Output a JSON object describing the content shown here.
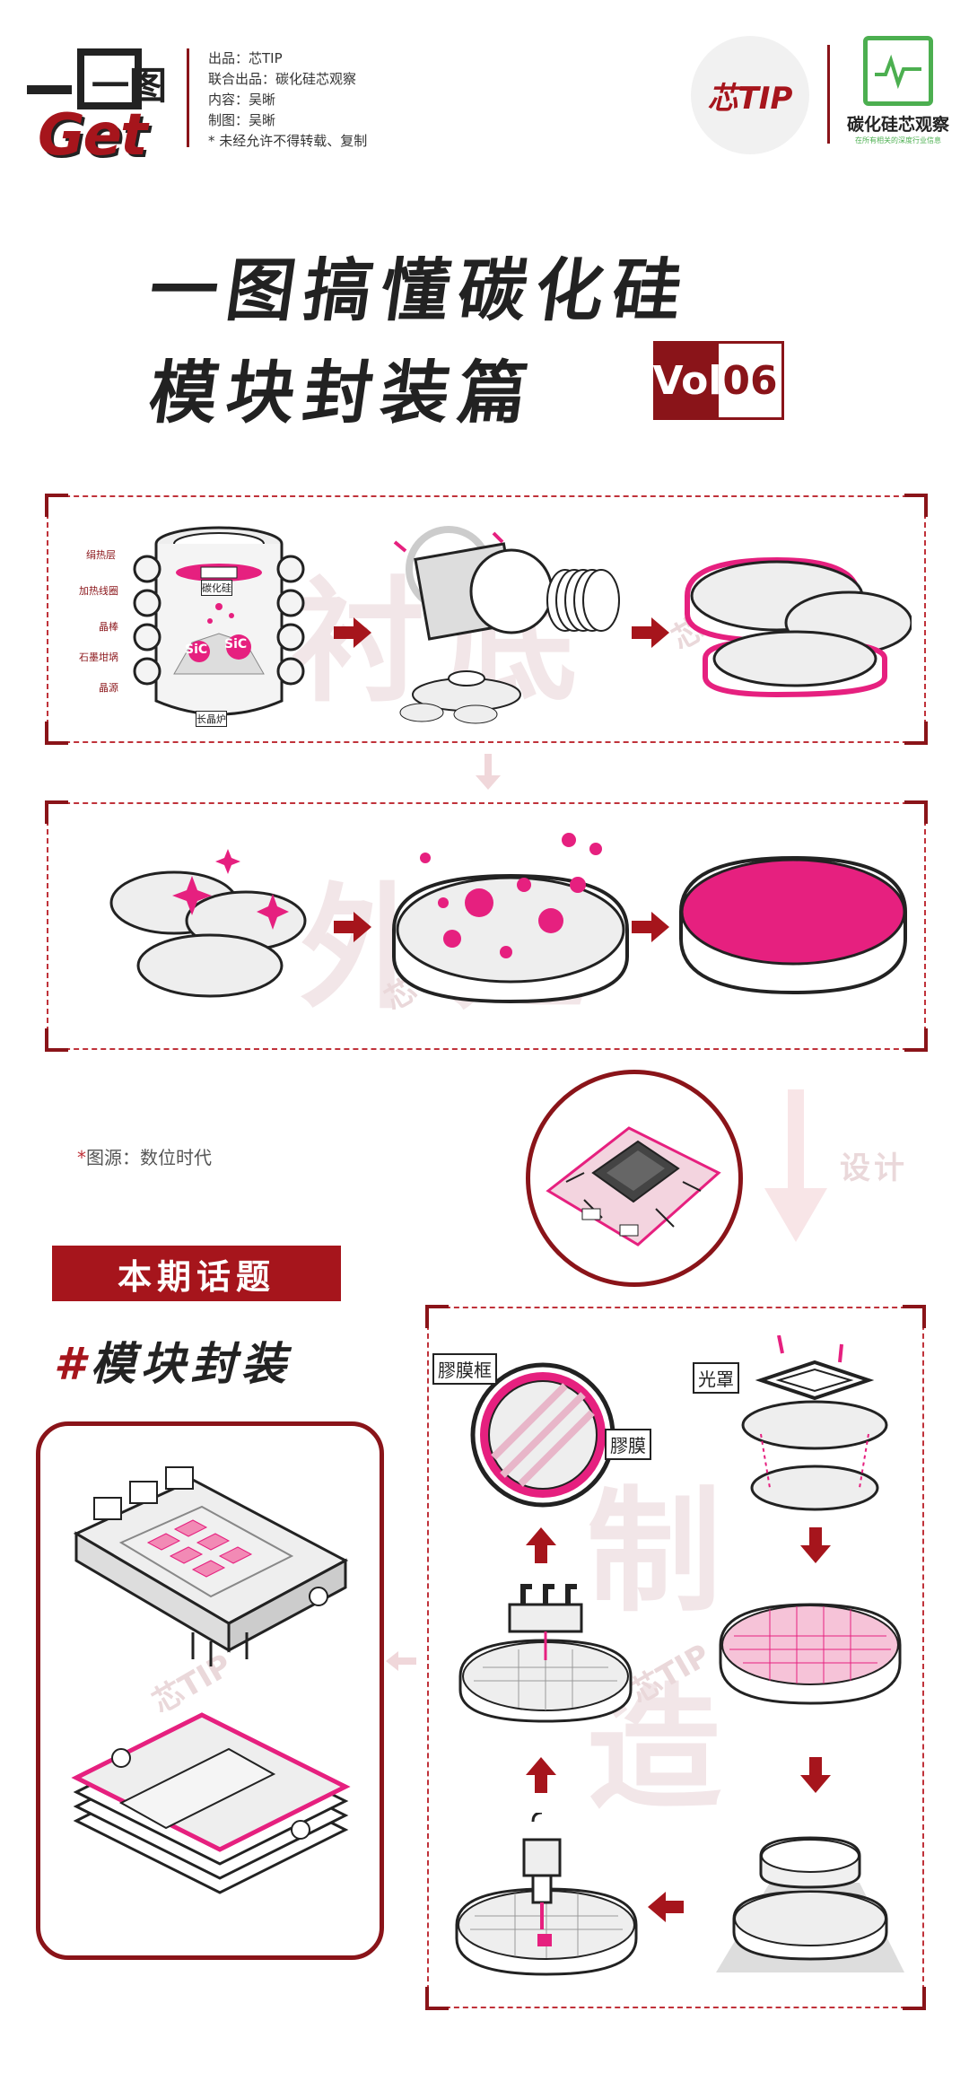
{
  "header": {
    "logo_top": "一图",
    "logo_bottom": "Get",
    "credits": [
      "出品：芯TIP",
      "联合出品：碳化硅芯观察",
      "内容：吴晰",
      "制图：吴晰",
      "* 未经允许不得转载、复制"
    ],
    "partner1": "芯TIP",
    "partner2": "碳化硅芯观察",
    "partner2_sub": "在所有相关的深度行业信息"
  },
  "title": {
    "line1": "一图搞懂碳化硅",
    "line2": "模块封装篇",
    "vol_label": "Vol",
    "vol_number": "06"
  },
  "colors": {
    "brand_red": "#8a1419",
    "accent_pink": "#e6207f",
    "watermark": "#f2e6e8"
  },
  "stage1": {
    "watermark": "衬底",
    "labels": [
      "绢热层",
      "加热线圈",
      "晶棒",
      "石墨坩埚",
      "晶源",
      "碳化硅",
      "长晶炉"
    ],
    "crystal_labels": [
      "SiC",
      "SiC"
    ]
  },
  "stage2": {
    "watermark": "外延"
  },
  "design": {
    "label": "设计"
  },
  "source": "图源：数位时代",
  "topic": {
    "bar": "本期话题",
    "hash": "#",
    "text": "模块封装"
  },
  "manufacture": {
    "watermark_top": "制",
    "watermark_bottom": "造",
    "labels": {
      "tape_frame": "膠膜框",
      "tape": "膠膜",
      "mask": "光罩"
    }
  },
  "watermark_text": "芯TIP"
}
